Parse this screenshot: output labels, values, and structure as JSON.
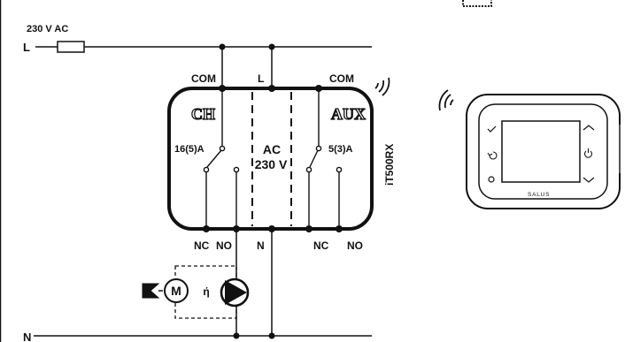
{
  "lines": {
    "live": "L",
    "neutral": "N",
    "supply": "230 V AC"
  },
  "relay": {
    "model": "iT500RX",
    "terminals_top": {
      "com_left": "COM",
      "live": "L",
      "com_right": "COM"
    },
    "terminals_bottom": {
      "nc_left": "NC",
      "no_left": "NO",
      "neutral": "N",
      "nc_right": "NC",
      "no_right": "NO"
    },
    "channel_ch": {
      "label": "CH",
      "rating": "16(5)A"
    },
    "channel_aux": {
      "label": "AUX",
      "rating": "5(3)A"
    },
    "internal_supply": {
      "line1": "AC",
      "line2": "230 V"
    }
  },
  "pump": {
    "motor_label": "M",
    "efficiency_symbol": "ή"
  },
  "thermostat": {
    "brand": "SALUS",
    "screen_icons": [
      "check-icon",
      "return-icon",
      "circle-icon",
      "up-chevron-icon",
      "power-icon",
      "down-chevron-icon"
    ]
  },
  "colors": {
    "ink": "#111111",
    "device_fill": "#ffffff"
  }
}
